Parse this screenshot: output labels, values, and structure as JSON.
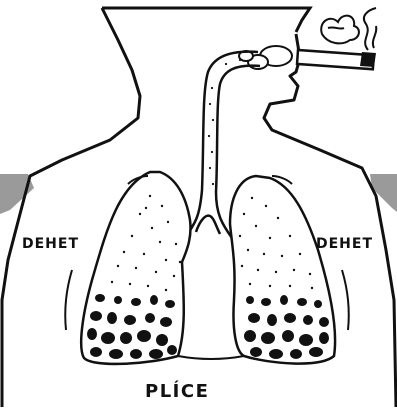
{
  "labels": {
    "tar_left": "DEHET",
    "tar_right": "DEHET",
    "lungs": "PLÍCE"
  },
  "colors": {
    "ink": "#111111",
    "shading": "#9a9a9a",
    "paper": "#ffffff"
  },
  "icons": [
    "cigarette-icon",
    "smoke-icon"
  ]
}
